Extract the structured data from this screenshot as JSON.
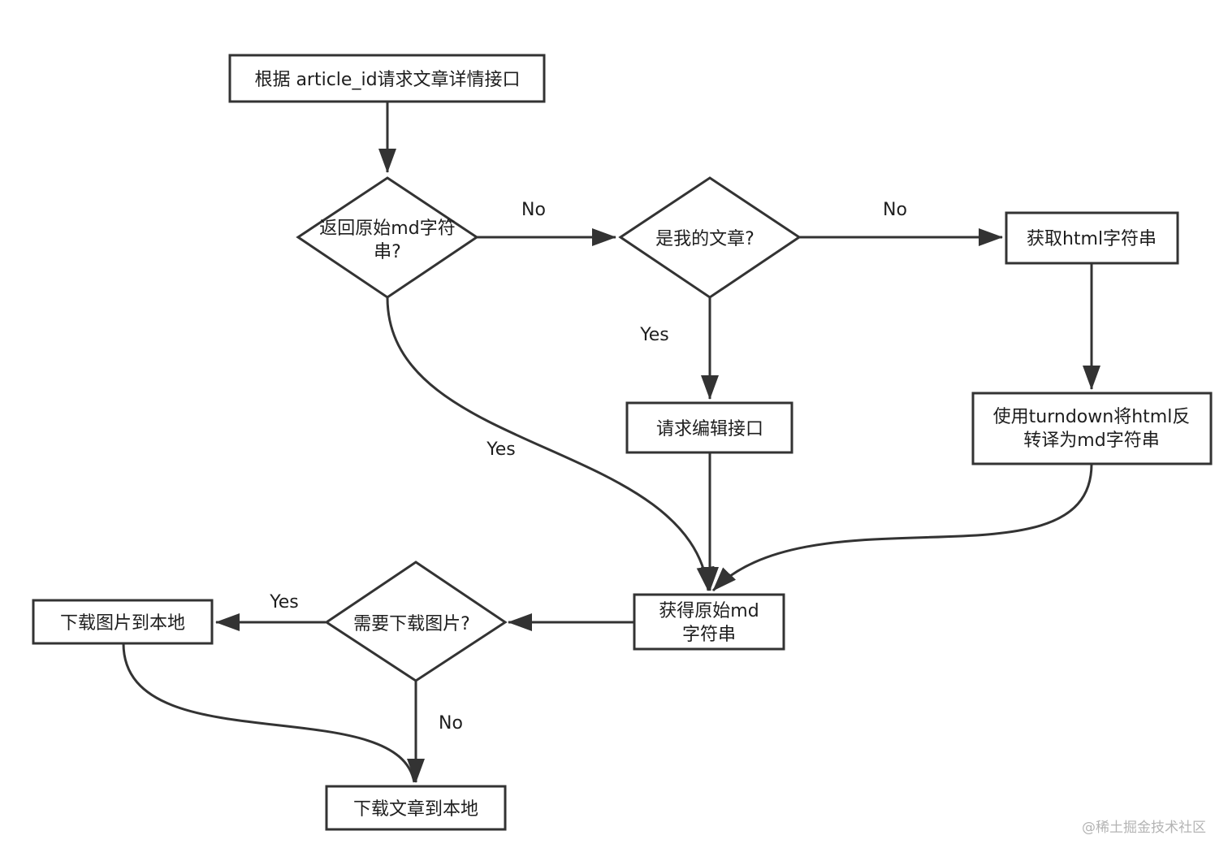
{
  "diagram": {
    "type": "flowchart",
    "nodes": {
      "request_detail": {
        "shape": "rect",
        "lines": [
          "根据 article_id请求文章详情接口"
        ]
      },
      "has_md": {
        "shape": "diamond",
        "lines": [
          "返回原始md字符",
          "串?"
        ]
      },
      "is_mine": {
        "shape": "diamond",
        "lines": [
          "是我的文章?"
        ]
      },
      "get_html": {
        "shape": "rect",
        "lines": [
          "获取html字符串"
        ]
      },
      "request_edit": {
        "shape": "rect",
        "lines": [
          "请求编辑接口"
        ]
      },
      "turndown": {
        "shape": "rect",
        "lines": [
          "使用turndown将html反",
          "转译为md字符串"
        ]
      },
      "got_md": {
        "shape": "rect",
        "lines": [
          "获得原始md",
          "字符串"
        ]
      },
      "need_images": {
        "shape": "diamond",
        "lines": [
          "需要下载图片?"
        ]
      },
      "download_images": {
        "shape": "rect",
        "lines": [
          "下载图片到本地"
        ]
      },
      "download_article": {
        "shape": "rect",
        "lines": [
          "下载文章到本地"
        ]
      }
    },
    "edges": [
      {
        "from": "request_detail",
        "to": "has_md",
        "label": ""
      },
      {
        "from": "has_md",
        "to": "is_mine",
        "label": "No"
      },
      {
        "from": "has_md",
        "to": "got_md",
        "label": "Yes"
      },
      {
        "from": "is_mine",
        "to": "get_html",
        "label": "No"
      },
      {
        "from": "is_mine",
        "to": "request_edit",
        "label": "Yes"
      },
      {
        "from": "get_html",
        "to": "turndown",
        "label": ""
      },
      {
        "from": "request_edit",
        "to": "got_md",
        "label": ""
      },
      {
        "from": "turndown",
        "to": "got_md",
        "label": ""
      },
      {
        "from": "got_md",
        "to": "need_images",
        "label": ""
      },
      {
        "from": "need_images",
        "to": "download_images",
        "label": "Yes"
      },
      {
        "from": "need_images",
        "to": "download_article",
        "label": "No"
      },
      {
        "from": "download_images",
        "to": "download_article",
        "label": ""
      }
    ],
    "colors": {
      "stroke": "#333333",
      "text": "#1e1e1e",
      "fill": "#ffffff",
      "watermark": "#b4b4b4"
    }
  },
  "watermark": "@稀土掘金技术社区"
}
